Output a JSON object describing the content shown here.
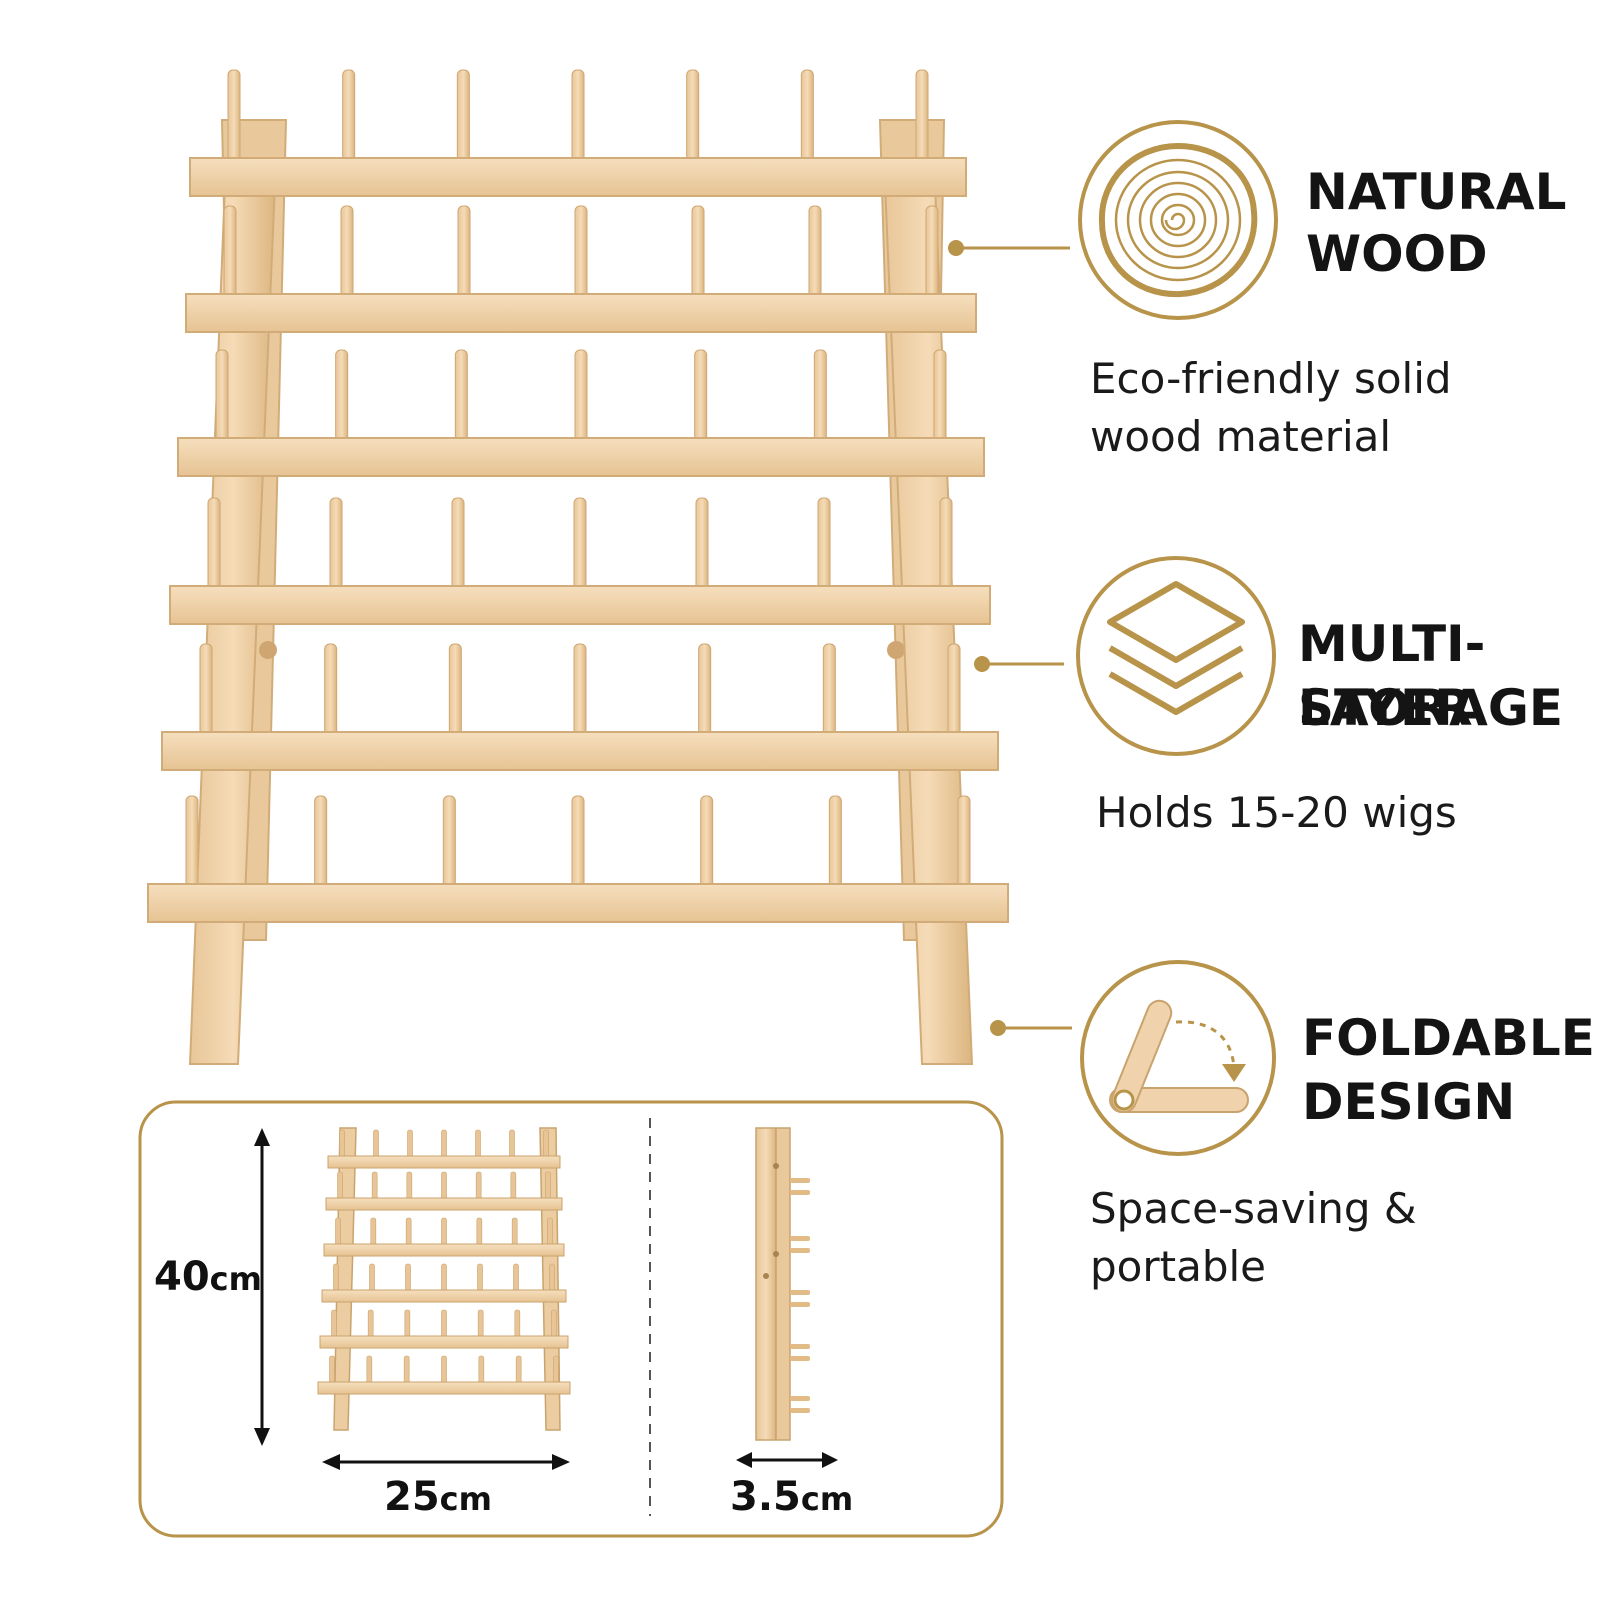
{
  "features": [
    {
      "id": "natural-wood",
      "title_line1": "NATURAL",
      "title_line2": "WOOD",
      "desc_line1": "Eco-friendly solid",
      "desc_line2": "wood material",
      "icon": "wood-rings-icon"
    },
    {
      "id": "multi-layer",
      "title_line1": "MULTI-LAYER",
      "title_line2": "STORAGE",
      "desc_line1": "Holds 15-20 wigs",
      "desc_line2": "",
      "icon": "layers-icon"
    },
    {
      "id": "foldable",
      "title_line1": "FOLDABLE",
      "title_line2": "DESIGN",
      "desc_line1": "Space-saving &",
      "desc_line2": "portable",
      "icon": "fold-icon"
    }
  ],
  "dimensions": {
    "height": {
      "value": "40",
      "unit": "cm"
    },
    "width": {
      "value": "25",
      "unit": "cm"
    },
    "depth": {
      "value": "3.5",
      "unit": "cm"
    }
  },
  "colors": {
    "accent": "#b8934a",
    "wood": "#f0d3ac",
    "wood_dark": "#d9b27e",
    "text": "#141414"
  }
}
